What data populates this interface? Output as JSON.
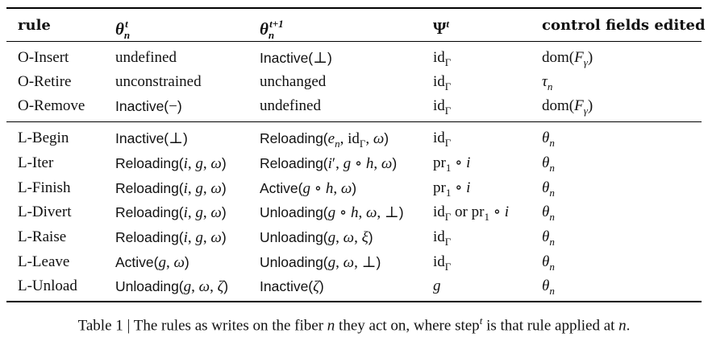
{
  "table": {
    "headers": {
      "rule": "rule",
      "theta_t": "θ_n^t",
      "theta_t1": "θ_n^{t+1}",
      "psi": "Ψ^t",
      "control": "control fields edited"
    },
    "rows": [
      {
        "rule": "O-Insert",
        "theta_t": "undefined",
        "theta_t1": "Inactive(⊥)",
        "psi": "id_Γ",
        "control": "dom(F_γ)"
      },
      {
        "rule": "O-Retire",
        "theta_t": "unconstrained",
        "theta_t1": "unchanged",
        "psi": "id_Γ",
        "control": "τ_n"
      },
      {
        "rule": "O-Remove",
        "theta_t": "Inactive(−)",
        "theta_t1": "undefined",
        "psi": "id_Γ",
        "control": "dom(F_γ)"
      },
      {
        "rule": "L-Begin",
        "theta_t": "Inactive(⊥)",
        "theta_t1": "Reloading(e_n, id_Γ, ω)",
        "psi": "id_Γ",
        "control": "θ_n"
      },
      {
        "rule": "L-Iter",
        "theta_t": "Reloading(i, g, ω)",
        "theta_t1": "Reloading(i′, g ∘ h, ω)",
        "psi": "pr_1 ∘ i",
        "control": "θ_n"
      },
      {
        "rule": "L-Finish",
        "theta_t": "Reloading(i, g, ω)",
        "theta_t1": "Active(g ∘ h, ω)",
        "psi": "pr_1 ∘ i",
        "control": "θ_n"
      },
      {
        "rule": "L-Divert",
        "theta_t": "Reloading(i, g, ω)",
        "theta_t1": "Unloading(g ∘ h, ω, ⊥)",
        "psi": "id_Γ or pr_1 ∘ i",
        "control": "θ_n"
      },
      {
        "rule": "L-Raise",
        "theta_t": "Reloading(i, g, ω)",
        "theta_t1": "Unloading(g, ω, ξ)",
        "psi": "id_Γ",
        "control": "θ_n"
      },
      {
        "rule": "L-Leave",
        "theta_t": "Active(g, ω)",
        "theta_t1": "Unloading(g, ω, ⊥)",
        "psi": "id_Γ",
        "control": "θ_n"
      },
      {
        "rule": "L-Unload",
        "theta_t": "Unloading(g, ω, ζ)",
        "theta_t1": "Inactive(ζ)",
        "psi": "g",
        "control": "θ_n"
      }
    ]
  },
  "caption": "Table 1 | The rules as writes on the fiber n they act on, where step^t is that rule applied at n."
}
